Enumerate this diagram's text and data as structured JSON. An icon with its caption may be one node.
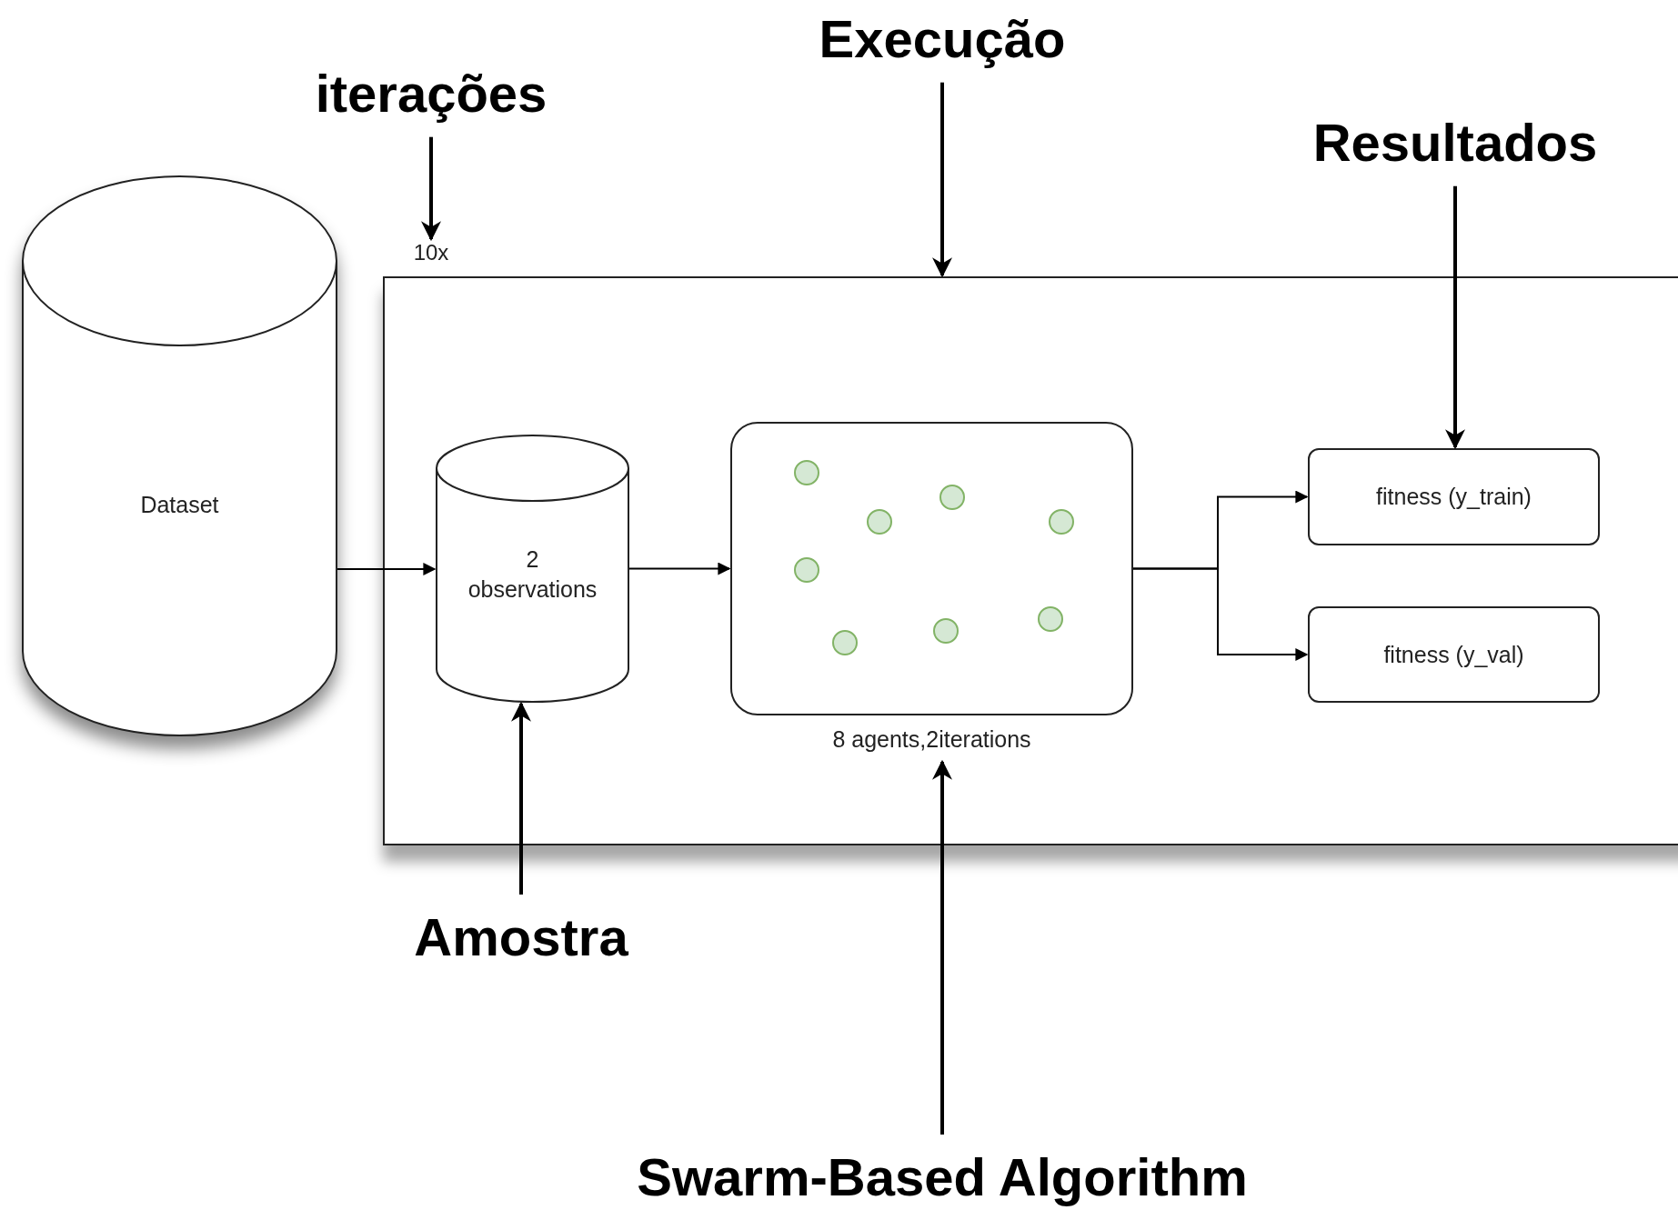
{
  "diagram": {
    "nodes": [
      {
        "text": [
          "iterações"
        ]
      },
      {
        "text": [
          "Execução"
        ]
      },
      {
        "text": [
          "Resultados"
        ]
      },
      {
        "text": [
          "10x"
        ]
      },
      {
        "text": [
          "Dataset"
        ]
      },
      {
        "text": [],
        "shape": "box"
      },
      {
        "text": [
          "2 observations"
        ],
        "in": 5
      },
      {
        "text": [],
        "shape": "box",
        "in": 5,
        "beside": [
          "8 agents,2iterations"
        ]
      },
      {
        "text": [
          "fitness (y_train)"
        ],
        "in": 5
      },
      {
        "text": [
          "fitness (y_val)"
        ],
        "in": 5
      },
      {
        "text": [
          "Amostra"
        ]
      },
      {
        "text": [
          "Swarm-Based Algorithm"
        ]
      }
    ],
    "edges": [
      {
        "from": 0,
        "to": 3,
        "arrow": "to"
      },
      {
        "from": 1,
        "to": 5,
        "arrow": "to"
      },
      {
        "from": 2,
        "to": 8,
        "arrow": "to"
      },
      {
        "from": 10,
        "to": 6,
        "arrow": "to"
      },
      {
        "from": 11,
        "to": 7,
        "arrow": "to"
      },
      {
        "from": 4,
        "to": 6,
        "arrow": "to"
      },
      {
        "from": 6,
        "to": 7,
        "arrow": "to"
      },
      {
        "from": 7,
        "to": 8,
        "arrow": "to"
      },
      {
        "from": 7,
        "to": 9,
        "arrow": "to"
      }
    ]
  }
}
